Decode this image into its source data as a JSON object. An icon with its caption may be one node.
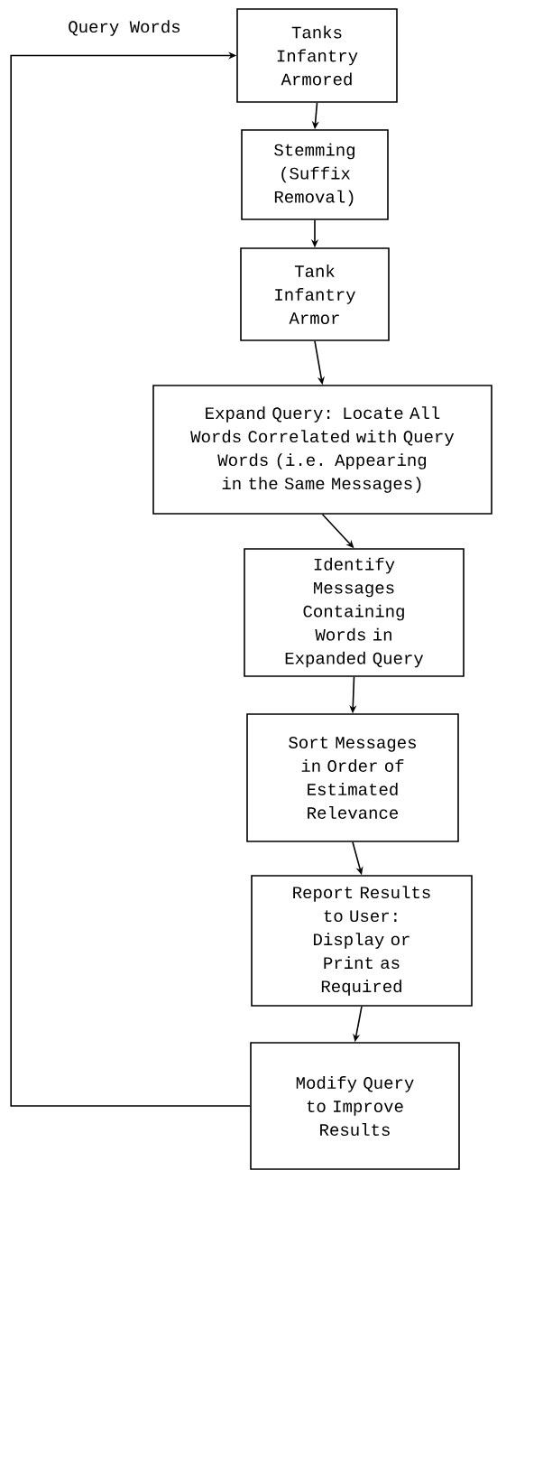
{
  "diagram": {
    "nodes": [
      {
        "text": [
          "Tanks Infantry Armored"
        ]
      },
      {
        "text": [
          "Stemming (Suffix Removal)"
        ]
      },
      {
        "text": [
          "Tank Infantry Armor"
        ]
      },
      {
        "text": [
          "Expand Query: Locate All Words Correlated with Query Words (i.e. Appearing in the Same Messages)"
        ]
      },
      {
        "text": [
          "Identify Messages Containing Words in Expanded Query"
        ]
      },
      {
        "text": [
          "Sort Messages in Order of Estimated Relevance"
        ]
      },
      {
        "text": [
          "Report Results to User: Display or Print as Required"
        ]
      },
      {
        "text": [
          "Modify Query to Improve Results"
        ]
      }
    ],
    "edges": [
      {
        "from": 0,
        "to": 1,
        "arrow": "to"
      },
      {
        "from": 1,
        "to": 2,
        "arrow": "to"
      },
      {
        "from": 2,
        "to": 3,
        "arrow": "to"
      },
      {
        "from": 3,
        "to": 4,
        "arrow": "to"
      },
      {
        "from": 4,
        "to": 5,
        "arrow": "to"
      },
      {
        "from": 5,
        "to": 6,
        "arrow": "to"
      },
      {
        "from": 6,
        "to": 7,
        "arrow": "to"
      },
      {
        "from": 7,
        "to": 0,
        "arrow": "to",
        "label": "Query Words"
      }
    ]
  }
}
